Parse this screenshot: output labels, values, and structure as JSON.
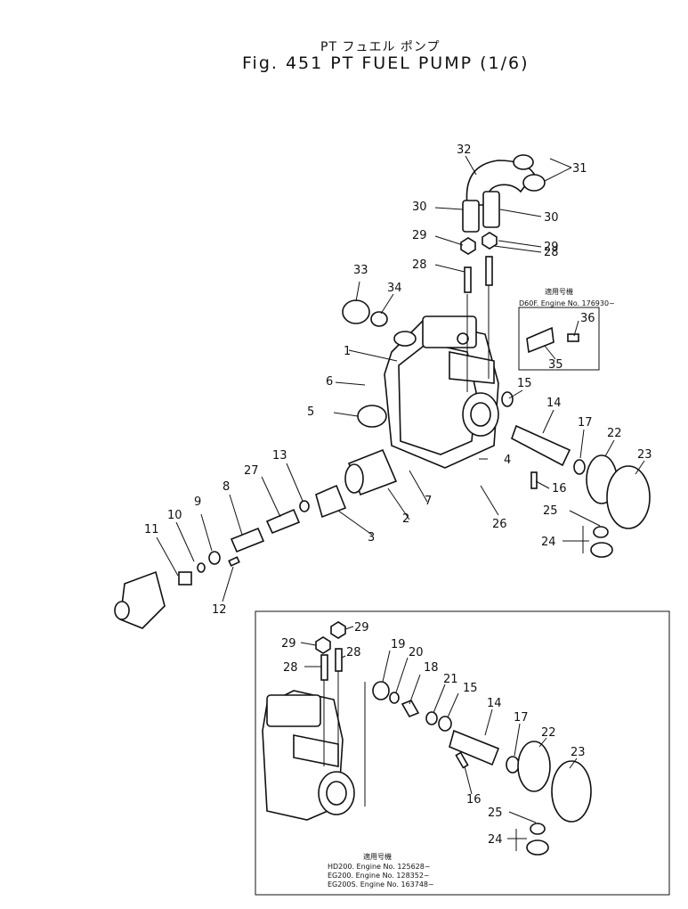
{
  "header": {
    "title_jp": "PT フュエル ポンプ",
    "title_en": "Fig. 451   PT FUEL PUMP (1/6)"
  },
  "parts": [
    "1",
    "2",
    "3",
    "4",
    "5",
    "6",
    "7",
    "8",
    "9",
    "10",
    "11",
    "12",
    "13",
    "14",
    "15",
    "16",
    "17",
    "22",
    "23",
    "24",
    "25",
    "26",
    "27",
    "28",
    "28",
    "29",
    "29",
    "30",
    "30",
    "31",
    "32",
    "33",
    "34",
    "35",
    "36"
  ],
  "inset_parts": [
    "14",
    "15",
    "16",
    "17",
    "18",
    "19",
    "20",
    "21",
    "22",
    "23",
    "24",
    "25",
    "28",
    "28",
    "29",
    "29"
  ],
  "notes": {
    "top": {
      "heading": "適用号機",
      "line1": "D60F.  Engine No. 176930~"
    },
    "bottom": {
      "heading": "適用号機",
      "line1": "HD200.  Engine No. 125628~",
      "line2": "EG200.   Engine No. 128352~",
      "line3": "EG200S. Engine No. 163748~"
    }
  }
}
